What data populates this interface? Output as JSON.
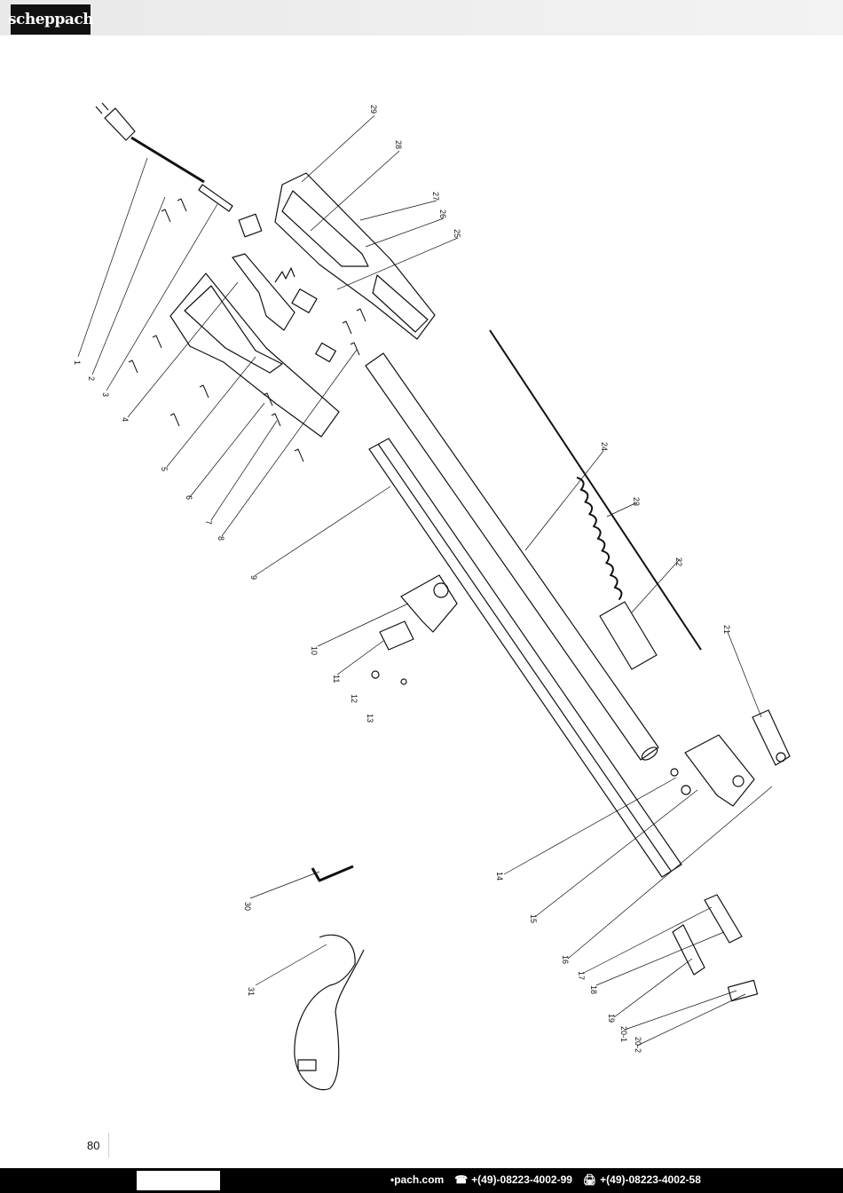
{
  "header": {
    "logo_text": "scheppach"
  },
  "parts": {
    "labels": [
      "1",
      "2",
      "3",
      "4",
      "5",
      "6",
      "7",
      "8",
      "9",
      "10",
      "11",
      "12",
      "13",
      "14",
      "15",
      "16",
      "17",
      "18",
      "19",
      "20-1",
      "20-2",
      "21",
      "22",
      "23",
      "24",
      "25",
      "26",
      "27",
      "28",
      "29",
      "30",
      "31"
    ]
  },
  "footer": {
    "website": "•pach.com",
    "phone_icon": "☎",
    "phone": "+(49)-08223-4002-99",
    "fax_icon": "🖨",
    "fax": "+(49)-08223-4002-58"
  },
  "page": {
    "number": "80"
  },
  "colors": {
    "line": "#111111",
    "footer": "#000000",
    "header": "#ececec"
  }
}
